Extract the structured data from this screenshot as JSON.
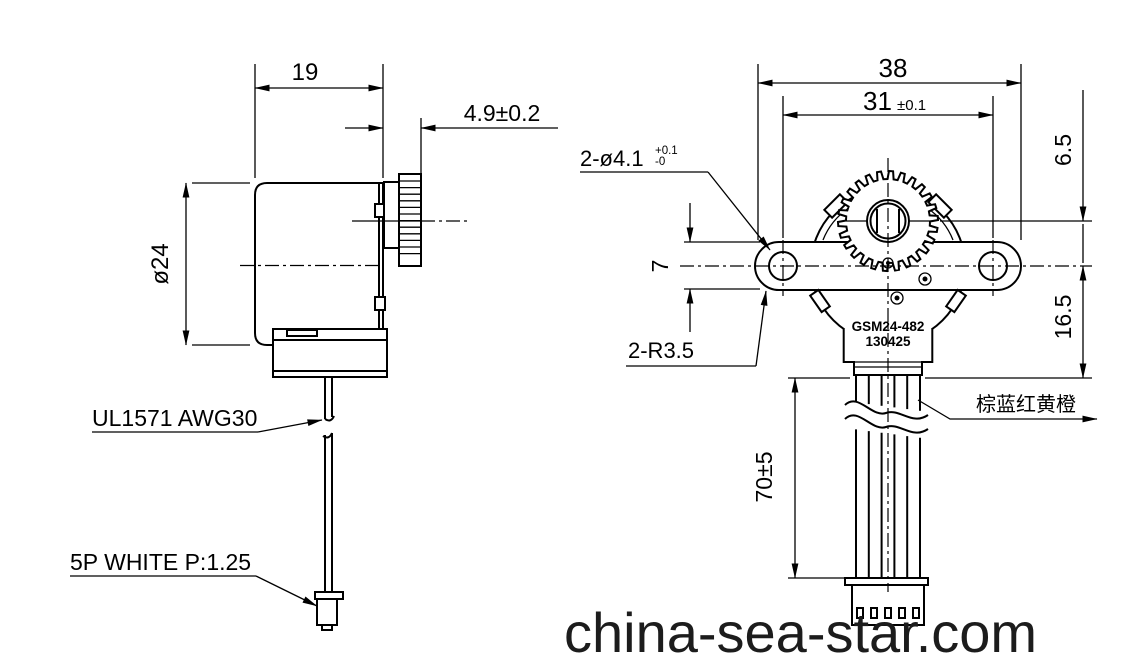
{
  "watermark": "china-sea-star.com",
  "side_view": {
    "dim_length": "19",
    "dim_gear_width": "4.9±0.2",
    "dim_diameter": "ø24",
    "wire_label": "UL1571 AWG30",
    "connector_label": "5P WHITE P:1.25"
  },
  "front_view": {
    "dim_overall_width": "38",
    "dim_hole_spacing": "31",
    "dim_hole_spacing_tol": "±0.1",
    "dim_mount_holes": "2-ø4.1",
    "dim_mount_holes_tol_upper": "+0.1",
    "dim_mount_holes_tol_lower": "-0",
    "dim_ear_height": "7",
    "dim_ear_radius": "2-R3.5",
    "dim_gear_to_center": "6.5",
    "dim_center_to_bottom": "16.5",
    "dim_lead_length": "70±5",
    "wire_colors_label": "棕蓝红黄橙",
    "marking_model": "GSM24-482",
    "marking_date": "130425"
  },
  "colors": {
    "line": "#000000",
    "background": "#ffffff",
    "watermark": "#1c1c1c"
  }
}
